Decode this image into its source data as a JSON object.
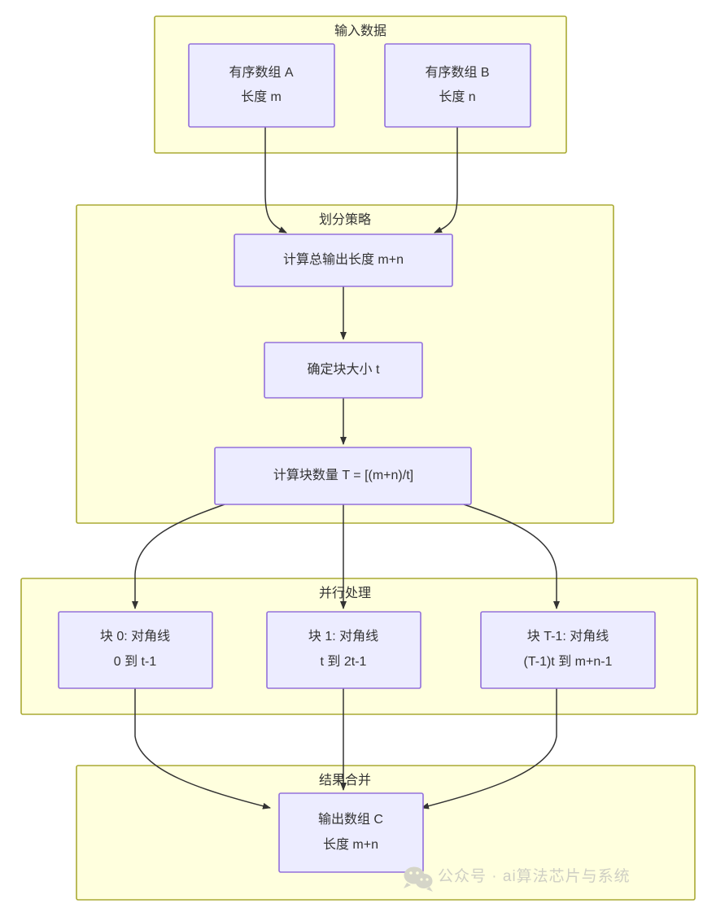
{
  "diagram": {
    "title_present": false,
    "colors": {
      "cluster_fill": "#ffffde",
      "cluster_stroke": "#aaaa33",
      "node_fill": "#ececff",
      "node_stroke": "#9370db",
      "edge_stroke": "#333333",
      "text": "#333333",
      "watermark": "#cfcfc4",
      "background": "#ffffff"
    },
    "clusters": [
      {
        "id": "input",
        "label": "输入数据"
      },
      {
        "id": "strategy",
        "label": "划分策略"
      },
      {
        "id": "parallel",
        "label": "并行处理"
      },
      {
        "id": "merge",
        "label": "结果合并"
      }
    ],
    "nodes": [
      {
        "id": "arrayA",
        "cluster": "input",
        "lines": [
          "有序数组 A",
          "长度 m"
        ]
      },
      {
        "id": "arrayB",
        "cluster": "input",
        "lines": [
          "有序数组 B",
          "长度 n"
        ]
      },
      {
        "id": "total",
        "cluster": "strategy",
        "lines": [
          "计算总输出长度 m+n"
        ]
      },
      {
        "id": "tilesize",
        "cluster": "strategy",
        "lines": [
          "确定块大小 t"
        ]
      },
      {
        "id": "tilecount",
        "cluster": "strategy",
        "lines": [
          "计算块数量 T = [(m+n)/t]"
        ]
      },
      {
        "id": "block0",
        "cluster": "parallel",
        "lines": [
          "块 0: 对角线",
          "0 到 t-1"
        ]
      },
      {
        "id": "block1",
        "cluster": "parallel",
        "lines": [
          "块 1: 对角线",
          "t 到 2t-1"
        ]
      },
      {
        "id": "blockT",
        "cluster": "parallel",
        "lines": [
          "块 T-1: 对角线",
          "(T-1)t 到 m+n-1"
        ]
      },
      {
        "id": "output",
        "cluster": "merge",
        "lines": [
          "输出数组 C",
          "长度 m+n"
        ]
      }
    ],
    "edges": [
      {
        "from": "arrayA",
        "to": "total"
      },
      {
        "from": "arrayB",
        "to": "total"
      },
      {
        "from": "total",
        "to": "tilesize"
      },
      {
        "from": "tilesize",
        "to": "tilecount"
      },
      {
        "from": "tilecount",
        "to": "block0"
      },
      {
        "from": "tilecount",
        "to": "block1"
      },
      {
        "from": "tilecount",
        "to": "blockT"
      },
      {
        "from": "block0",
        "to": "output"
      },
      {
        "from": "block1",
        "to": "output"
      },
      {
        "from": "blockT",
        "to": "output"
      }
    ]
  },
  "watermark": {
    "icon": "wechat-icon",
    "text": "公众号 · ai算法芯片与系统"
  }
}
